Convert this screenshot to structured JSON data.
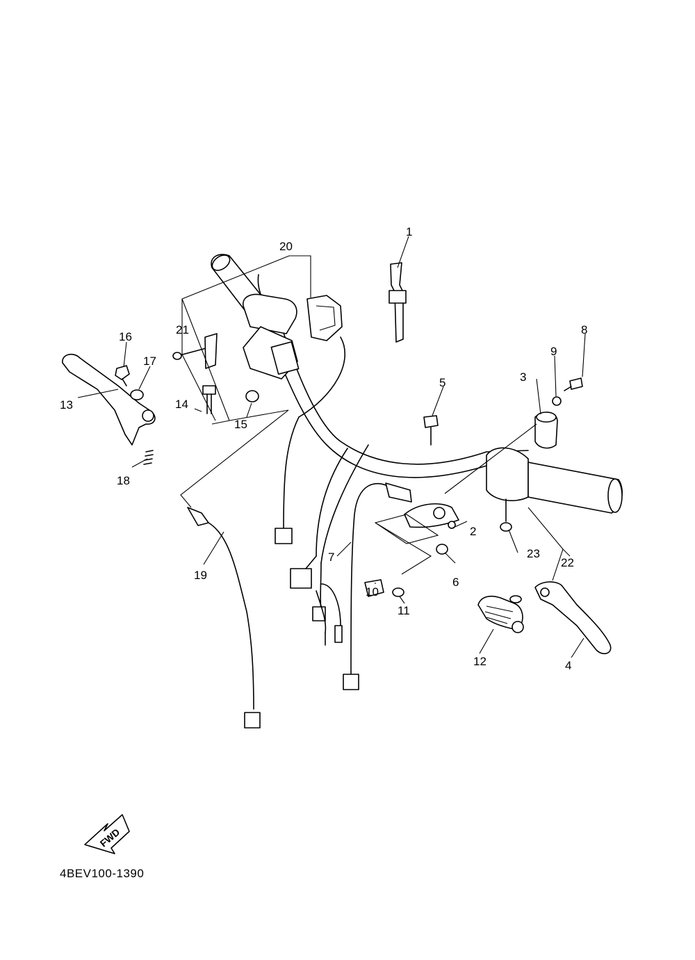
{
  "diagram": {
    "code": "4BEV100-1390",
    "fwd_label": "FWD",
    "callouts": [
      "1",
      "2",
      "3",
      "4",
      "5",
      "6",
      "7",
      "8",
      "9",
      "10",
      "11",
      "12",
      "13",
      "14",
      "15",
      "16",
      "17",
      "18",
      "19",
      "20",
      "21",
      "22",
      "23"
    ]
  }
}
